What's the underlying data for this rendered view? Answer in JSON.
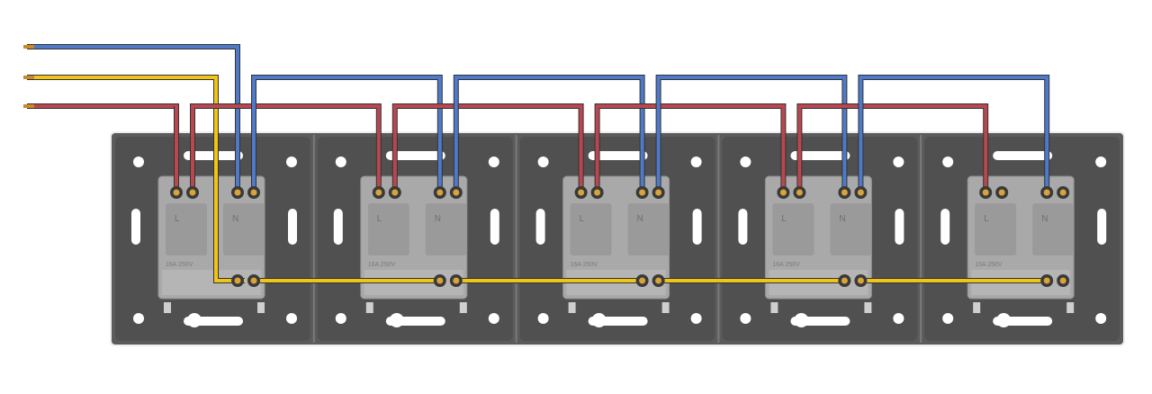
{
  "diagram": {
    "module_count": 5,
    "socket_labels": {
      "live": "L",
      "neutral": "N"
    },
    "rating_text": "16A 250V",
    "wire_colors": {
      "live": "#b8474f",
      "neutral": "#4f79c9",
      "earth": "#f0c419",
      "copper_tip": "#c98a2e"
    },
    "frame_color": "#5b5b5b",
    "socket_color": "#a9a9a9",
    "cutout_color": "#ffffff"
  }
}
